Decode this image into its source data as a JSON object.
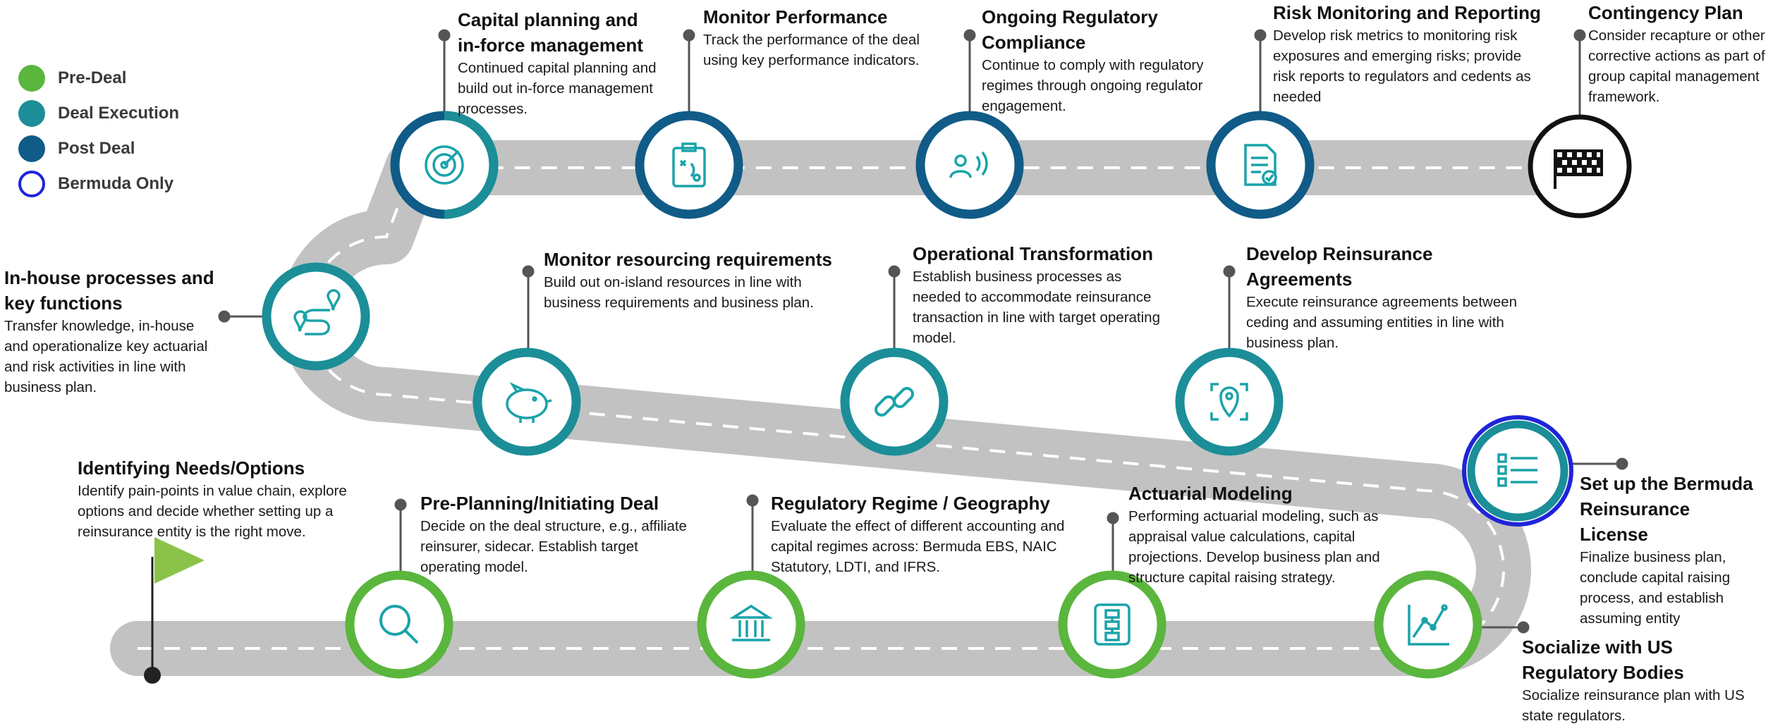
{
  "colors": {
    "pre_deal": "#5ab63d",
    "deal_execution": "#1b8e98",
    "post_deal": "#105b87",
    "bermuda_only": "#1f24d8",
    "road": "#c2c2c2",
    "road_dash": "#ffffff",
    "icon_stroke": "#1aa3a9",
    "flag": "#8bc34a"
  },
  "legend": [
    {
      "label": "Pre-Deal",
      "style": "pre_deal"
    },
    {
      "label": "Deal Execution",
      "style": "deal_execution"
    },
    {
      "label": "Post Deal",
      "style": "post_deal"
    },
    {
      "label": "Bermuda Only",
      "style": "bermuda_only"
    }
  ],
  "steps": [
    {
      "id": "identifying-needs",
      "title": "Identifying Needs/Options",
      "description": "Identify pain-points in value chain, explore options and decide whether setting up a reinsurance entity is the right move.",
      "phase": "pre_deal",
      "icon": "flag-icon"
    },
    {
      "id": "pre-planning",
      "title": "Pre-Planning/Initiating Deal",
      "description": "Decide on the deal structure, e.g., affiliate reinsurer, sidecar. Establish target operating model.",
      "phase": "pre_deal",
      "icon": "search-icon"
    },
    {
      "id": "regulatory-regime",
      "title": "Regulatory Regime / Geography",
      "description": "Evaluate the effect of different accounting and capital regimes across: Bermuda EBS, NAIC Statutory, LDTI, and IFRS.",
      "phase": "pre_deal",
      "icon": "bank-icon"
    },
    {
      "id": "actuarial-modeling",
      "title": "Actuarial Modeling",
      "description": "Performing actuarial modeling, such as appraisal value calculations, capital projections. Develop business plan and structure capital raising strategy.",
      "phase": "pre_deal",
      "icon": "flowchart-icon"
    },
    {
      "id": "socialize-us",
      "title": "Socialize with US Regulatory Bodies",
      "description": "Socialize reinsurance plan with US state regulators.",
      "phase": "pre_deal",
      "icon": "line-chart-icon"
    },
    {
      "id": "bermuda-license",
      "title": "Set up the Bermuda Reinsurance License",
      "description": "Finalize business plan, conclude capital raising process, and establish assuming entity",
      "phase": "bermuda_only",
      "icon": "checklist-icon"
    },
    {
      "id": "develop-agreements",
      "title": "Develop Reinsurance Agreements",
      "description": "Execute reinsurance agreements between ceding and assuming entities in line with business plan.",
      "phase": "deal_execution",
      "icon": "location-target-icon"
    },
    {
      "id": "operational-transformation",
      "title": "Operational Transformation",
      "description": "Establish business processes as needed to accommodate reinsurance transaction in line with target operating model.",
      "phase": "deal_execution",
      "icon": "link-icon"
    },
    {
      "id": "monitor-resourcing",
      "title": "Monitor resourcing requirements",
      "description": "Build out on-island resources in line with business requirements and business plan.",
      "phase": "deal_execution",
      "icon": "piggy-bank-icon"
    },
    {
      "id": "inhouse-processes",
      "title": "In-house processes and key functions",
      "description": "Transfer knowledge, in-house and operationalize key actuarial and risk activities in line with business plan.",
      "phase": "deal_execution",
      "icon": "route-icon"
    },
    {
      "id": "capital-planning",
      "title": "Capital planning and in-force management",
      "description": "Continued capital planning and build out in-force management processes.",
      "phase": "post_deal",
      "icon": "radar-icon"
    },
    {
      "id": "monitor-performance",
      "title": "Monitor Performance",
      "description": "Track the performance of the deal using key performance indicators.",
      "phase": "post_deal",
      "icon": "clipboard-strategy-icon"
    },
    {
      "id": "ongoing-compliance",
      "title": "Ongoing Regulatory Compliance",
      "description": "Continue to comply with regulatory regimes through ongoing regulator engagement.",
      "phase": "post_deal",
      "icon": "person-broadcast-icon"
    },
    {
      "id": "risk-monitoring",
      "title": "Risk Monitoring and Reporting",
      "description": "Develop risk metrics to monitoring risk exposures and emerging risks; provide risk reports to regulators and cedents as needed",
      "phase": "post_deal",
      "icon": "document-check-icon"
    },
    {
      "id": "contingency-plan",
      "title": "Contingency Plan",
      "description": "Consider recapture or other corrective actions as part of group capital management framework.",
      "phase": "post_deal",
      "icon": "checkered-flag-icon"
    }
  ]
}
